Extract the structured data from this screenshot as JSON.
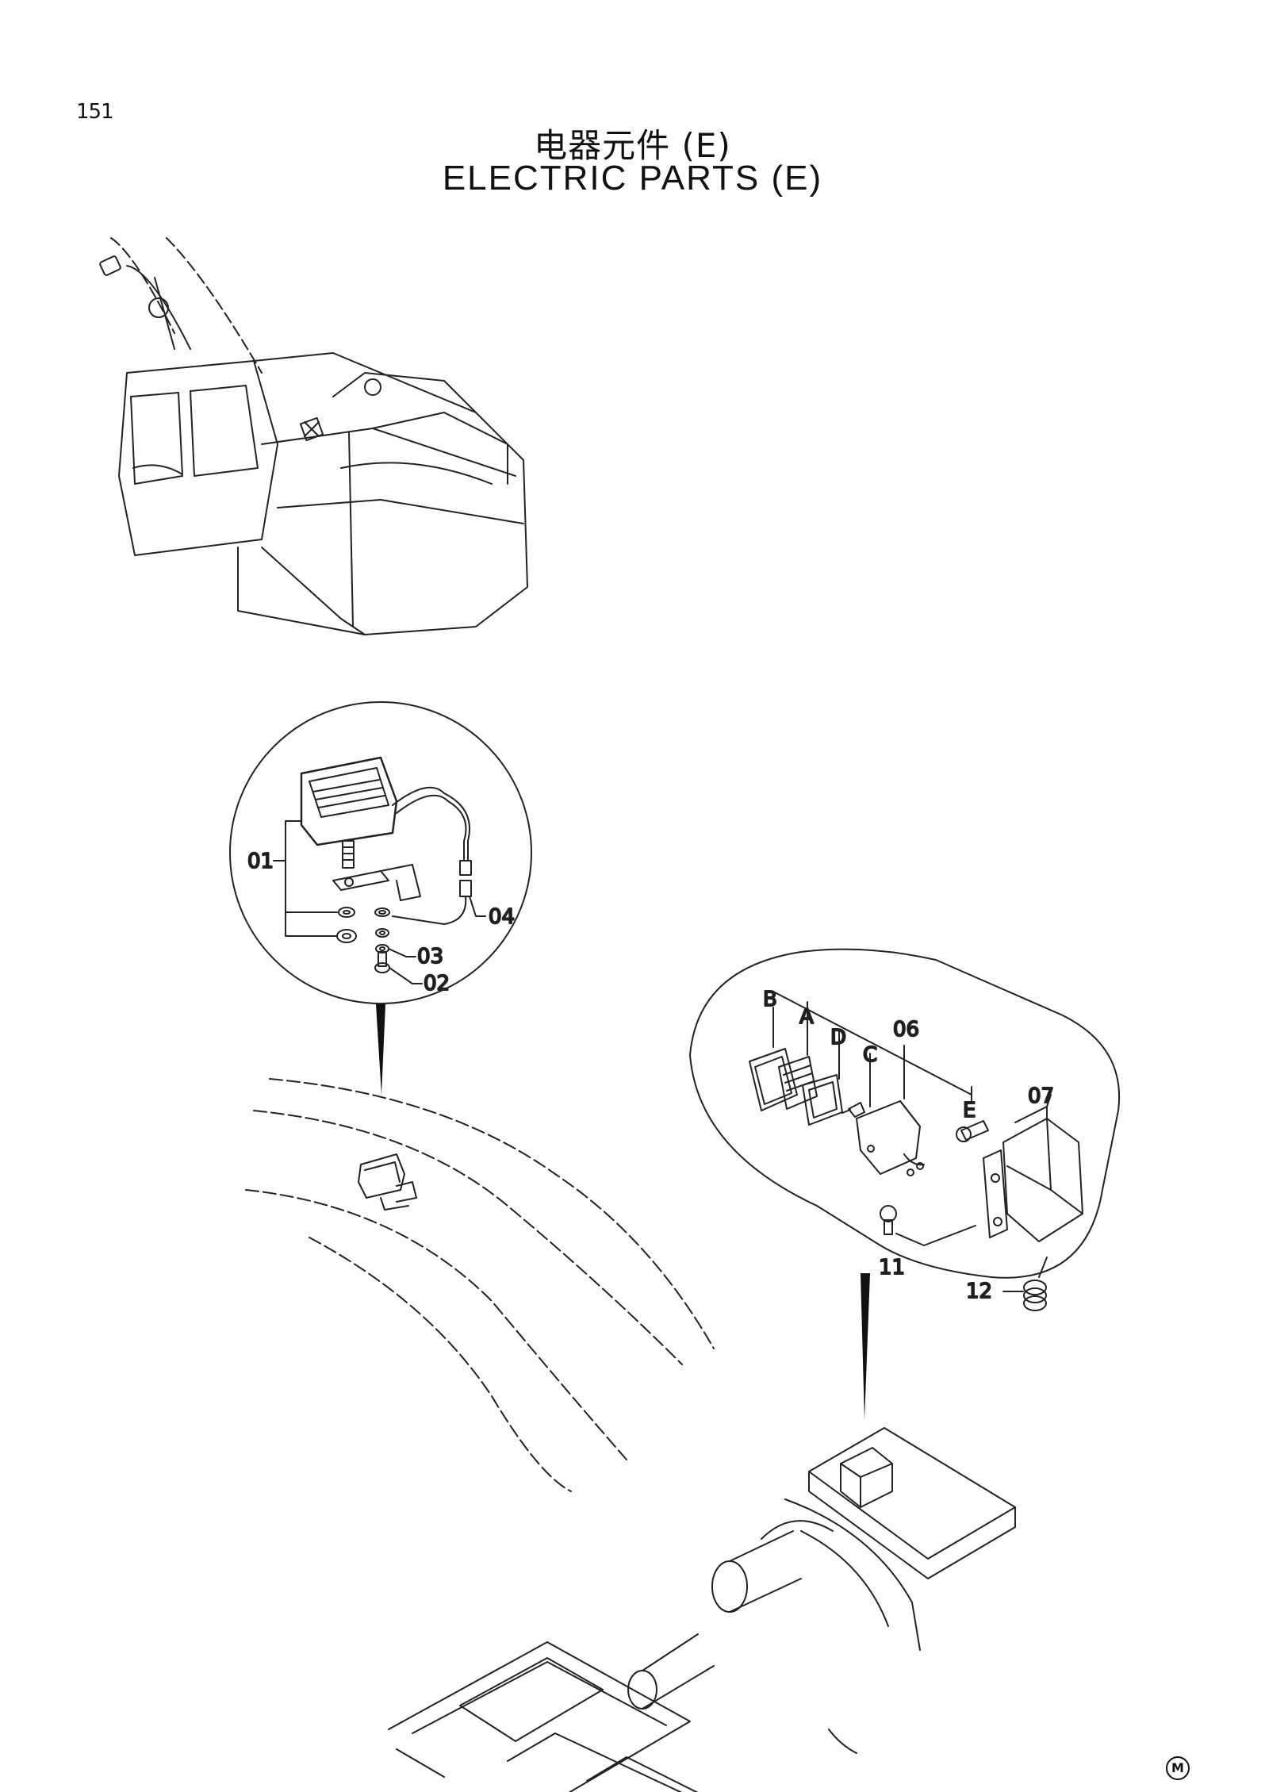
{
  "header": {
    "page_number": "151",
    "title_cn": "电器元件 (E)",
    "title_en": "ELECTRIC PARTS (E)"
  },
  "callouts_upper": {
    "c01": "01",
    "c02": "02",
    "c03": "03",
    "c04": "04"
  },
  "callouts_lower": {
    "cB": "B",
    "cA": "A",
    "cD": "D",
    "cC": "C",
    "c06": "06",
    "cE": "E",
    "c07": "07",
    "c11": "11",
    "c12": "12"
  },
  "footer": {
    "mark": "M"
  }
}
